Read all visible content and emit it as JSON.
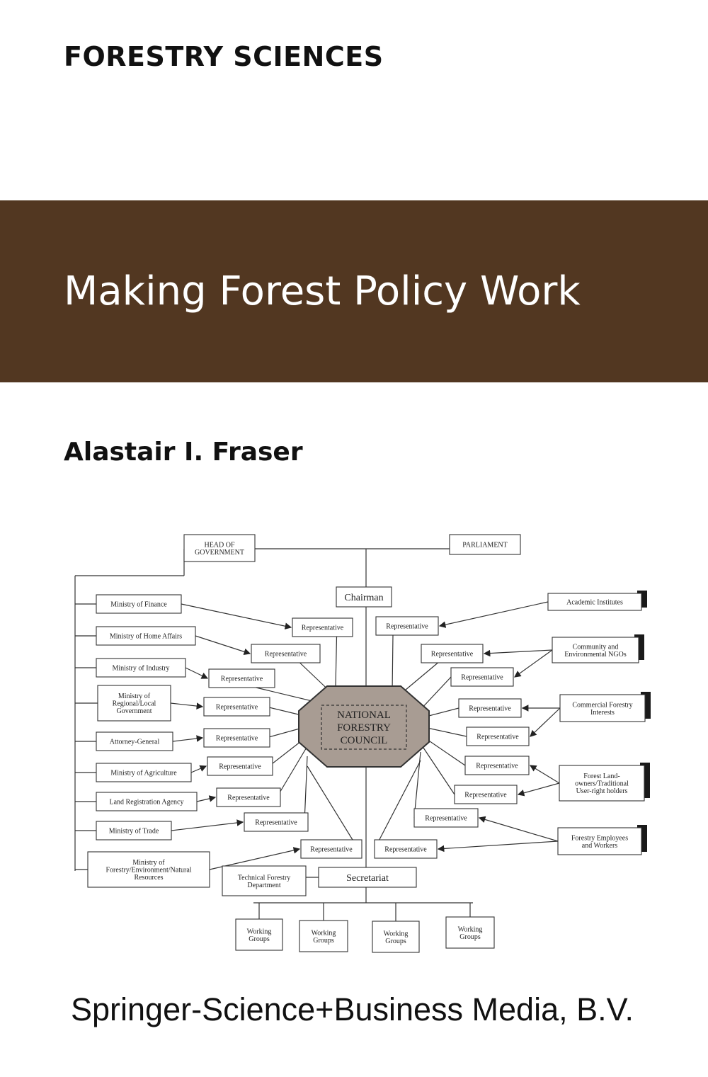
{
  "series": "FORESTRY SCIENCES",
  "title": "Making Forest Policy Work",
  "author": "Alastair I. Fraser",
  "publisher": "Springer-Science+Business Media, B.V.",
  "colors": {
    "band": "#523721",
    "council_fill": "#a89c93"
  },
  "diagram": {
    "head_of_government": [
      "HEAD OF",
      "GOVERNMENT"
    ],
    "parliament": "PARLIAMENT",
    "chairman": "Chairman",
    "secretariat": "Secretariat",
    "council": [
      "NATIONAL",
      "FORESTRY",
      "COUNCIL"
    ],
    "technical_department": [
      "Technical Forestry",
      "Department"
    ],
    "representative": "Representative",
    "working_groups": [
      "Working",
      "Groups"
    ],
    "left_bodies": [
      [
        "Ministry of Finance"
      ],
      [
        "Ministry of Home Affairs"
      ],
      [
        "Ministry of Industry"
      ],
      [
        "Ministry of",
        "Regional/Local",
        "Government"
      ],
      [
        "Attorney-General"
      ],
      [
        "Ministry of Agriculture"
      ],
      [
        "Land Registration Agency"
      ],
      [
        "Ministry of Trade"
      ],
      [
        "Ministry of",
        "Forestry/Environment/Natural",
        "Resources"
      ]
    ],
    "right_bodies": [
      [
        "Academic Institutes"
      ],
      [
        "Community and",
        "Environmental NGOs"
      ],
      [
        "Commercial Forestry",
        "Interests"
      ],
      [
        "Forest Land-",
        "owners/Traditional",
        "User-right holders"
      ],
      [
        "Forestry Employees",
        "and Workers"
      ]
    ]
  }
}
